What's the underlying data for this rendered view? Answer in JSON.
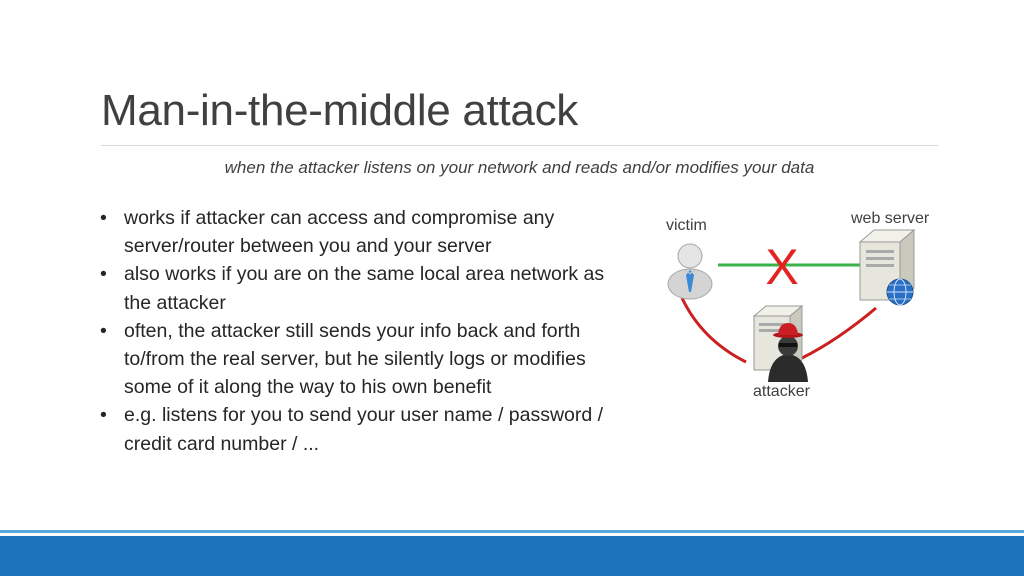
{
  "slide": {
    "title": "Man-in-the-middle attack",
    "subtitle": "when the attacker listens on your network and reads and/or modifies your data",
    "bullets": [
      "works if attacker can access and compromise any server/router between you and your server",
      "also works if you are on the same local area network as the attacker",
      "often, the attacker still sends your info back and forth to/from the real server, but he silently logs or modifies some of it along the way to his own benefit",
      "e.g. listens for you to send your user name / password / credit card number / ..."
    ],
    "bullet_symbol": "•"
  },
  "diagram": {
    "victim_label": "victim",
    "server_label": "web server",
    "attacker_label": "attacker",
    "blocked_mark": "X",
    "colors": {
      "direct_link": "#3cb34a",
      "attack_path": "#cc1f1f",
      "blocked_mark": "#e32222"
    },
    "icons": [
      "user-icon",
      "server-icon",
      "globe-icon",
      "hacker-icon"
    ]
  },
  "theme": {
    "footer_color": "#1c75bc",
    "footer_accent": "#5aa7de"
  }
}
